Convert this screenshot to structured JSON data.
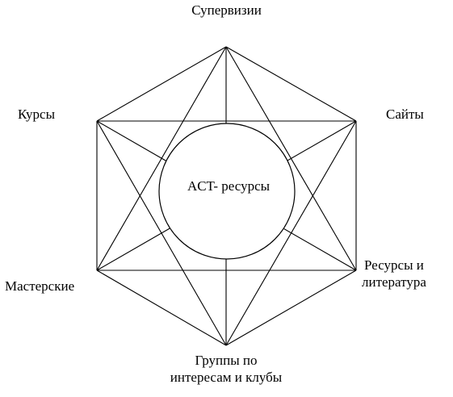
{
  "center_label": "ACT- ресурсы",
  "nodes": {
    "top": "Супервизии",
    "top_right": "Сайты",
    "bottom_right": [
      "Ресурсы и",
      "литература"
    ],
    "bottom": [
      "Группы по",
      "интересам и клубы"
    ],
    "bottom_left": "Мастерские",
    "top_left": "Курсы"
  },
  "colors": {
    "stroke": "#000000",
    "background": "#ffffff"
  }
}
